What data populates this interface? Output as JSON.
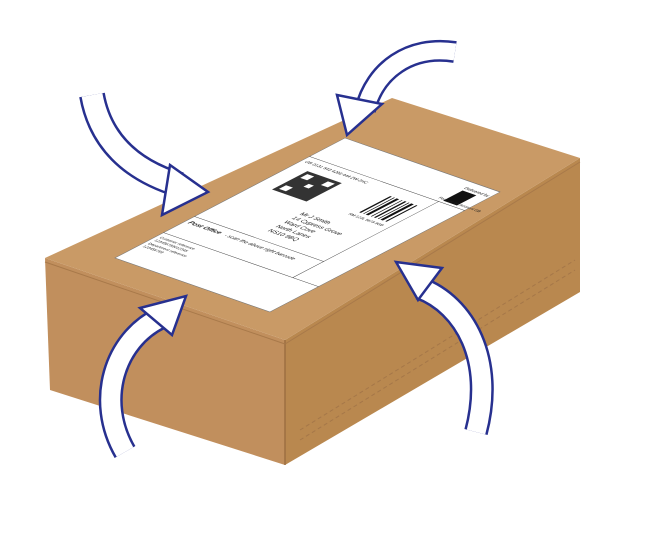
{
  "colors": {
    "arrow_outline": "#27308f",
    "arrow_fill": "#ffffff",
    "box_top": "#c99a66",
    "box_left": "#c08e5c",
    "box_right": "#b5834f",
    "label": "#ffffff"
  },
  "label": {
    "tracking_line": "GB 0131 543 4296 444 2W 2HC",
    "delivered_by": "Delivered by",
    "postage": "Postage on Account GB",
    "address": [
      "Mr J Smith",
      "14 Cypress Grove",
      "Ward Cove",
      "North Lanes",
      "NS10 9BQ"
    ],
    "barcode_number": "RM 123L 5678 9GB",
    "post_office": "Post Office",
    "post_office_note": "- scan the above right barcode",
    "customer_reference_label": "Customer reference",
    "customer_reference": "123456789012345",
    "department_reference_label": "Department reference",
    "department_reference": "123456789"
  },
  "icons": [
    "arrow-top-left",
    "arrow-top",
    "arrow-bottom-left",
    "arrow-bottom-right",
    "qr-code",
    "barcode",
    "carrier-logo"
  ]
}
